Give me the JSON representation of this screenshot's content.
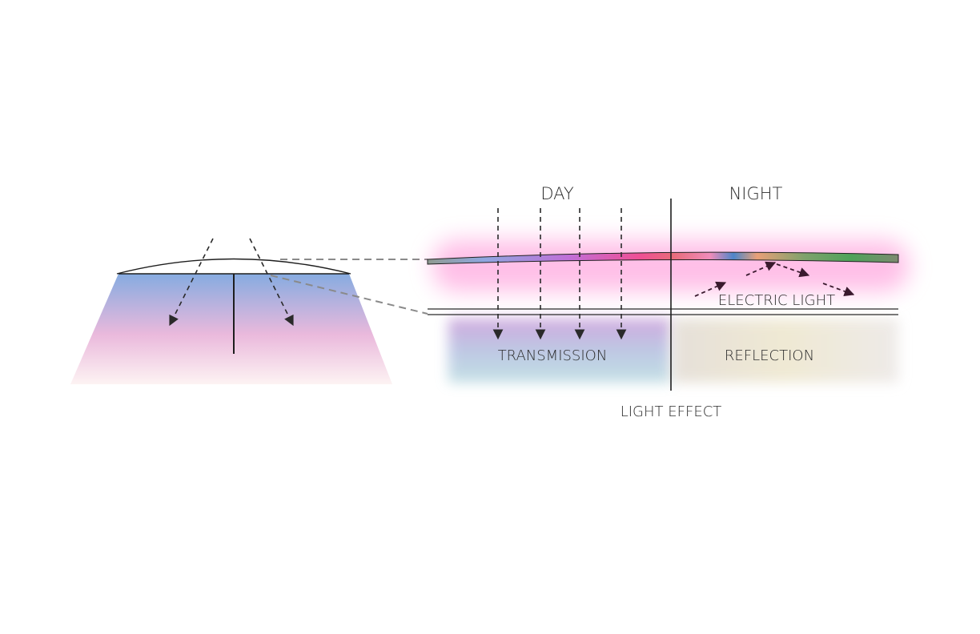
{
  "labels": {
    "day": "DAY",
    "night": "NIGHT",
    "electric_light": "ELECTRIC LIGHT",
    "transmission": "TRANSMISSION",
    "reflection": "REFLECTION",
    "light_effect": "LIGHT EFFECT"
  },
  "colors": {
    "ink": "#2b2b2b",
    "arrow": "#2a2a2a",
    "electric_arrow": "#3a1a2e",
    "glow_pink": "#ff7fd0",
    "skylight_blue": "#8aaee0",
    "skylight_pink": "#f2c4e0",
    "connector_gray": "#8a8a8a"
  }
}
